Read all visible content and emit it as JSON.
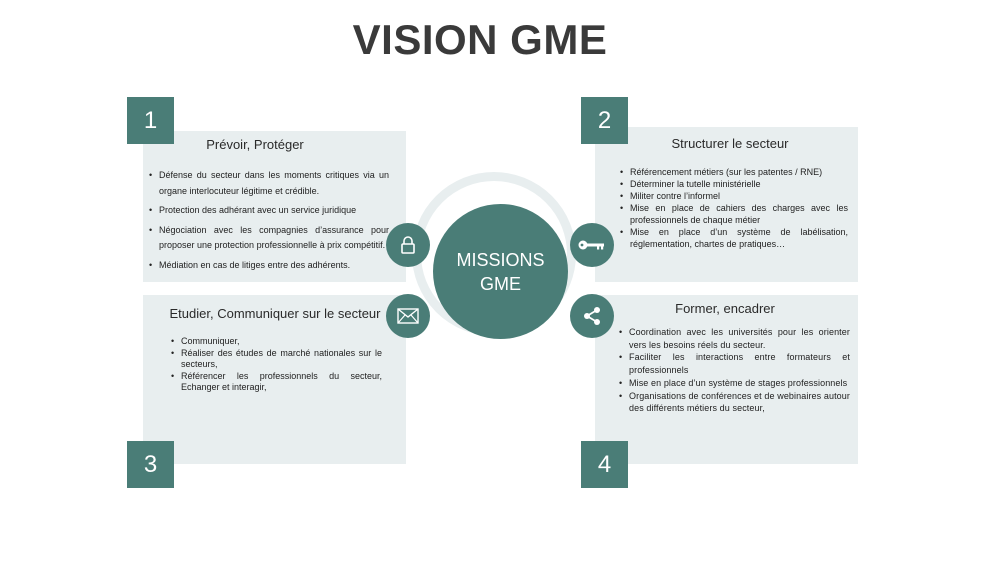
{
  "title": "VISION GME",
  "center": {
    "line1": "MISSIONS",
    "line2": "GME"
  },
  "icons": {
    "q1": "lock-icon",
    "q2": "key-icon",
    "q3": "mail-icon",
    "q4": "share-icon"
  },
  "colors": {
    "accent": "#4a7d77",
    "panel": "#e8eeef",
    "title": "#3a3a3a"
  },
  "panels": [
    {
      "number": "1",
      "title": "Prévoir, Protéger",
      "items": [
        "Défense du secteur dans les moments critiques via un organe interlocuteur légitime et crédible.",
        "Protection des adhérant avec un service juridique",
        "Négociation avec les compagnies d’assurance pour proposer une protection professionnelle à prix compétitif.",
        "Médiation en cas de litiges entre des adhérents."
      ]
    },
    {
      "number": "2",
      "title": "Structurer le secteur",
      "items": [
        "Référencement métiers (sur les patentes / RNE)",
        "Déterminer la tutelle ministérielle",
        "Militer contre l’informel",
        "Mise en place de cahiers des charges avec les professionnels de chaque métier",
        "Mise en place d’un système de labélisation, réglementation, chartes de pratiques…"
      ]
    },
    {
      "number": "3",
      "title": "Etudier, Communiquer sur le secteur",
      "items": [
        "Communiquer,",
        "Réaliser des études de marché nationales sur le secteurs,",
        "Référencer les professionnels du secteur, Echanger et interagir,"
      ]
    },
    {
      "number": "4",
      "title": "Former, encadrer",
      "items": [
        "Coordination avec les universités pour les orienter vers les besoins réels du secteur.",
        "Faciliter les interactions entre formateurs et professionnels",
        "Mise en place d’un système de stages professionnels",
        "Organisations de conférences et de webinaires autour des différents métiers du secteur,"
      ]
    }
  ]
}
